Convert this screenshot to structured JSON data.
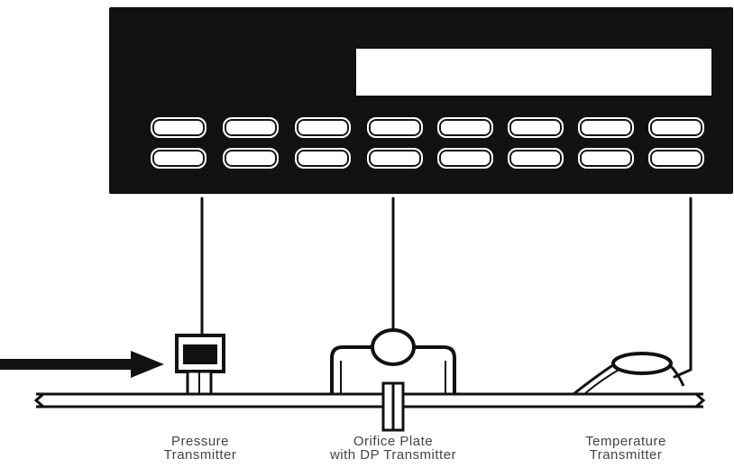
{
  "instrument": {
    "keys_row1": [
      "",
      "",
      "",
      "",
      "",
      "",
      "",
      ""
    ],
    "keys_row2": [
      "",
      "",
      "",
      "",
      "",
      "",
      "",
      ""
    ]
  },
  "labels": {
    "pressure": [
      "Pressure",
      "Transmitter"
    ],
    "orifice": [
      "Orifice Plate",
      "with DP Transmitter"
    ],
    "temperature": [
      "Temperature",
      "Transmitter"
    ]
  },
  "colors": {
    "ink": "#111111",
    "panel": "#121212",
    "background": "#ffffff"
  }
}
